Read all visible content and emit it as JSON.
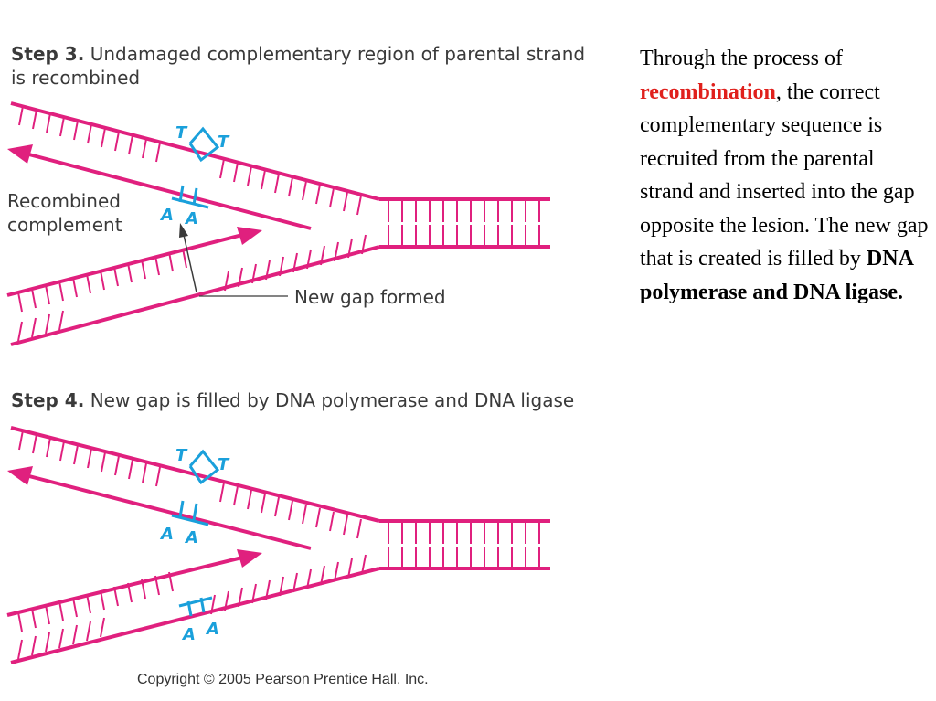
{
  "step3": {
    "prefix": "Step 3.",
    "text": "Undamaged complementary region of parental strand is recombined",
    "label_recombined": "Recombined",
    "label_complement": "complement",
    "label_gap": "New gap formed",
    "base_t1": "T",
    "base_t2": "T",
    "base_a1": "A",
    "base_a2": "A"
  },
  "step4": {
    "prefix": "Step 4.",
    "text": "New gap is filled by DNA polymerase and DNA ligase",
    "base_t1": "T",
    "base_t2": "T",
    "base_a1": "A",
    "base_a2": "A",
    "base_a3": "A",
    "base_a4": "A"
  },
  "side": {
    "t1": "Through the process of ",
    "emph": "recombination",
    "t2": ", the correct complementary sequence is recruited from the parental strand and inserted into the gap opposite the lesion. The new gap that is created is filled by ",
    "bold": "DNA polymerase and DNA ligase."
  },
  "copyright": "Copyright © 2005 Pearson Prentice Hall, Inc.",
  "colors": {
    "strand": "#e0207e",
    "lesion": "#1aa0db",
    "text": "#3a3a3a"
  }
}
